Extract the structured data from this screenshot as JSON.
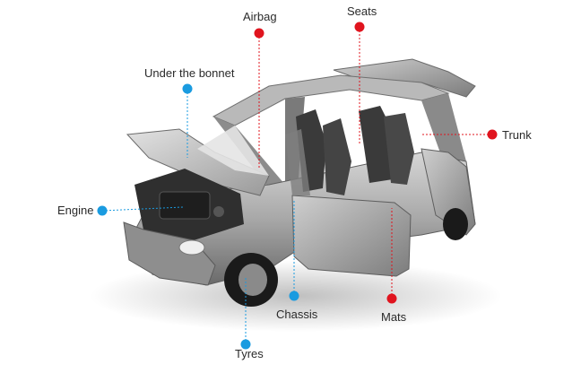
{
  "colors": {
    "blue_marker": "#1a9be0",
    "red_marker": "#e0141e",
    "body_light": "#c9c9c9",
    "body_mid": "#9c9c9c",
    "body_dark": "#5e5e5e",
    "interior": "#3a3a3a"
  },
  "labels": [
    {
      "id": "airbag",
      "text": "Airbag",
      "marker": "red"
    },
    {
      "id": "seats",
      "text": "Seats",
      "marker": "red"
    },
    {
      "id": "under-the-bonnet",
      "text": "Under the bonnet",
      "marker": "blue"
    },
    {
      "id": "trunk",
      "text": "Trunk",
      "marker": "red"
    },
    {
      "id": "engine",
      "text": "Engine",
      "marker": "blue"
    },
    {
      "id": "chassis",
      "text": "Chassis",
      "marker": "blue"
    },
    {
      "id": "mats",
      "text": "Mats",
      "marker": "red"
    },
    {
      "id": "tyres",
      "text": "Tyres",
      "marker": "blue"
    }
  ]
}
